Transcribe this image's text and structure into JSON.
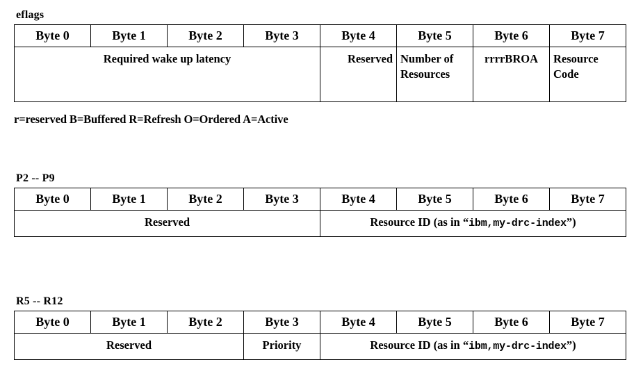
{
  "document": {
    "background_color": "#ffffff",
    "text_color": "#000000",
    "byte_headers": [
      "Byte 0",
      "Byte 1",
      "Byte 2",
      "Byte 3",
      "Byte 4",
      "Byte 5",
      "Byte 6",
      "Byte 7"
    ]
  },
  "sections": {
    "eflags": {
      "label": "eflags",
      "headers": [
        "Byte 0",
        "Byte 1",
        "Byte 2",
        "Byte 3",
        "Byte 4",
        "Byte 5",
        "Byte 6",
        "Byte 7"
      ],
      "cells": [
        {
          "text": "Required wake up latency",
          "span": 4,
          "align": "center"
        },
        {
          "text": "Reserved",
          "span": 1,
          "align": "right"
        },
        {
          "text": "Number of Resources",
          "span": 1,
          "align": "left"
        },
        {
          "text": "rrrrBROA",
          "span": 1,
          "align": "center"
        },
        {
          "text": "Resource Code",
          "span": 1,
          "align": "left"
        }
      ],
      "legend": "r=reserved B=Buffered R=Refresh O=Ordered A=Active"
    },
    "p2p9": {
      "label": "P2 -- P9",
      "headers": [
        "Byte 0",
        "Byte 1",
        "Byte 2",
        "Byte 3",
        "Byte 4",
        "Byte 5",
        "Byte 6",
        "Byte 7"
      ],
      "cells": [
        {
          "text": "Reserved",
          "span": 4,
          "align": "center"
        },
        {
          "text_before": "Resource ID (as in “",
          "text_mono": "ibm,my-drc-index",
          "text_after": "”)",
          "span": 4,
          "align": "center"
        }
      ]
    },
    "r5r12": {
      "label": "R5 -- R12",
      "headers": [
        "Byte 0",
        "Byte 1",
        "Byte 2",
        "Byte 3",
        "Byte 4",
        "Byte 5",
        "Byte 6",
        "Byte 7"
      ],
      "cells": [
        {
          "text": "Reserved",
          "span": 3,
          "align": "center"
        },
        {
          "text": "Priority",
          "span": 1,
          "align": "center"
        },
        {
          "text_before": "Resource ID (as in “",
          "text_mono": "ibm,my-drc-index",
          "text_after": "”)",
          "span": 4,
          "align": "center"
        }
      ]
    }
  }
}
